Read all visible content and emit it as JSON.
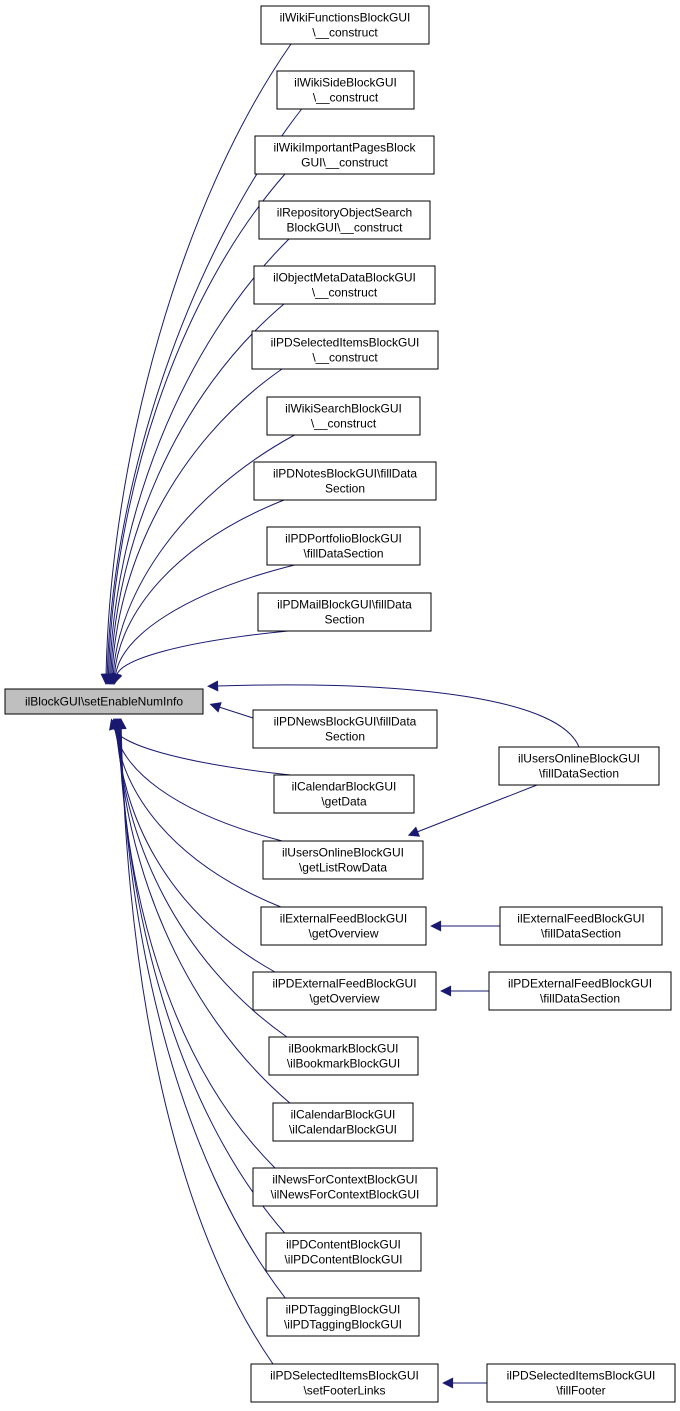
{
  "colors": {
    "edge": "#191970",
    "root_fill": "#bfbfbf",
    "node_fill": "#ffffff",
    "border": "#000000"
  },
  "root": {
    "lines": [
      "ilBlockGUI\\setEnableNumInfo"
    ]
  },
  "callers": [
    {
      "lines": [
        "ilWikiFunctionsBlockGUI",
        "\\__construct"
      ]
    },
    {
      "lines": [
        "ilWikiSideBlockGUI",
        "\\__construct"
      ]
    },
    {
      "lines": [
        "ilWikiImportantPagesBlock",
        "GUI\\__construct"
      ]
    },
    {
      "lines": [
        "ilRepositoryObjectSearch",
        "BlockGUI\\__construct"
      ]
    },
    {
      "lines": [
        "ilObjectMetaDataBlockGUI",
        "\\__construct"
      ]
    },
    {
      "lines": [
        "ilPDSelectedItemsBlockGUI",
        "\\__construct"
      ]
    },
    {
      "lines": [
        "ilWikiSearchBlockGUI",
        "\\__construct"
      ]
    },
    {
      "lines": [
        "ilPDNotesBlockGUI\\fillData",
        "Section"
      ]
    },
    {
      "lines": [
        "ilPDPortfolioBlockGUI",
        "\\fillDataSection"
      ]
    },
    {
      "lines": [
        "ilPDMailBlockGUI\\fillData",
        "Section"
      ]
    },
    {
      "lines": [
        "ilPDNewsBlockGUI\\fillData",
        "Section"
      ]
    },
    {
      "lines": [
        "ilCalendarBlockGUI",
        "\\getData"
      ]
    },
    {
      "lines": [
        "ilUsersOnlineBlockGUI",
        "\\getListRowData"
      ]
    },
    {
      "lines": [
        "ilExternalFeedBlockGUI",
        "\\getOverview"
      ]
    },
    {
      "lines": [
        "ilPDExternalFeedBlockGUI",
        "\\getOverview"
      ]
    },
    {
      "lines": [
        "ilBookmarkBlockGUI",
        "\\ilBookmarkBlockGUI"
      ]
    },
    {
      "lines": [
        "ilCalendarBlockGUI",
        "\\ilCalendarBlockGUI"
      ]
    },
    {
      "lines": [
        "ilNewsForContextBlockGUI",
        "\\ilNewsForContextBlockGUI"
      ]
    },
    {
      "lines": [
        "ilPDContentBlockGUI",
        "\\ilPDContentBlockGUI"
      ]
    },
    {
      "lines": [
        "ilPDTaggingBlockGUI",
        "\\ilPDTaggingBlockGUI"
      ]
    },
    {
      "lines": [
        "ilPDSelectedItemsBlockGUI",
        "\\setFooterLinks"
      ]
    }
  ],
  "second_level": [
    {
      "lines": [
        "ilUsersOnlineBlockGUI",
        "\\fillDataSection"
      ]
    },
    {
      "lines": [
        "ilExternalFeedBlockGUI",
        "\\fillDataSection"
      ]
    },
    {
      "lines": [
        "ilPDExternalFeedBlockGUI",
        "\\fillDataSection"
      ]
    },
    {
      "lines": [
        "ilPDSelectedItemsBlockGUI",
        "\\fillFooter"
      ]
    }
  ]
}
